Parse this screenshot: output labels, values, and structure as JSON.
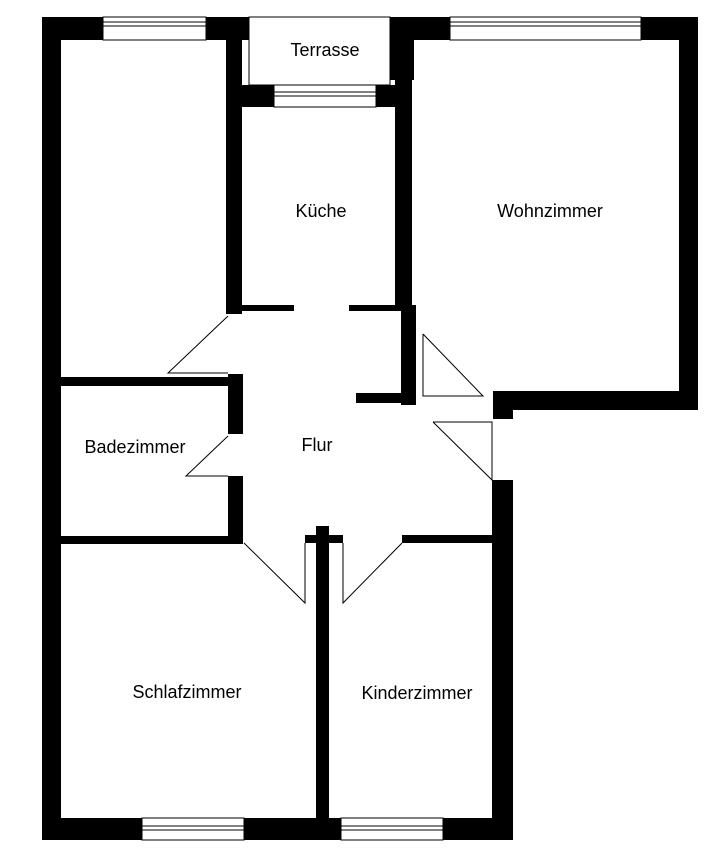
{
  "floorplan": {
    "rooms": {
      "terrasse": "Terrasse",
      "kueche": "Küche",
      "wohnzimmer": "Wohnzimmer",
      "flur": "Flur",
      "badezimmer": "Badezimmer",
      "schlafzimmer": "Schlafzimmer",
      "kinderzimmer": "Kinderzimmer"
    },
    "colors": {
      "wall": "#000000",
      "background": "#ffffff",
      "line": "#000000"
    }
  }
}
